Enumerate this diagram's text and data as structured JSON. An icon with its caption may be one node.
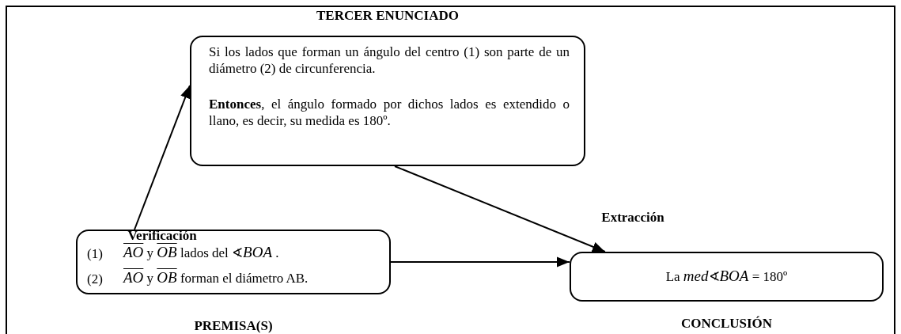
{
  "diagram": {
    "nodes": [
      {
        "text": [
          "TERCER ENUNCIADO",
          "Si los lados que forman un ángulo del centro (1) son parte de un diámetro (2) de circunferencia.",
          "**Entonces**, el ángulo formado por dichos lados es extendido o llano, es decir, su medida es 180º."
        ]
      },
      {
        "text": [
          "(1)",
          "*AO* y *OB* lados del ∢*BOA* .",
          "(2)",
          "*AO* y *OB* forman el diámetro AB.",
          "PREMISA(S)"
        ]
      },
      {
        "text": [
          "La *med*∢*BOA* = 180º",
          "CONCLUSIÓN"
        ]
      }
    ],
    "edges": [
      {
        "from": 1,
        "to": 0,
        "arrow": "to",
        "label": "Verificación"
      },
      {
        "from": 0,
        "to": 2,
        "arrow": "to",
        "label": "Extracción"
      },
      {
        "from": 1,
        "to": 2,
        "arrow": "to"
      }
    ]
  }
}
